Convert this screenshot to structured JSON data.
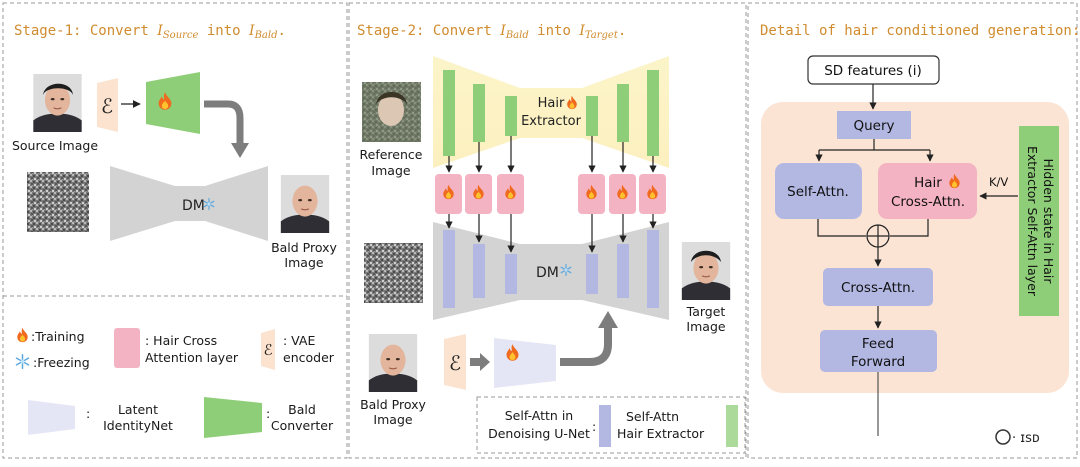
{
  "stage1": {
    "title_prefix": "Stage-1: Convert ",
    "title_mid": " into ",
    "suffix": ".",
    "from_main": "I",
    "from_sub": "Source",
    "to_main": "I",
    "to_sub": "Bald"
  },
  "stage2": {
    "title_prefix": "Stage-2: Convert ",
    "title_mid": " into ",
    "suffix": ".",
    "from_main": "I",
    "from_sub": "Bald",
    "to_main": "I",
    "to_sub": "Target"
  },
  "stage3": {
    "title": "Detail of hair conditioned generation:"
  },
  "encoder_symbol": "ℰ",
  "labels": {
    "source_image": "Source Image",
    "bald_proxy_1": "Bald Proxy",
    "bald_proxy_2": "Image",
    "reference_1": "Reference",
    "reference_2": "Image",
    "target_1": "Target",
    "target_2": "Image",
    "bald_proxy_b1": "Bald Proxy",
    "bald_proxy_b2": "Image",
    "dm": "DM",
    "hair_extractor_1": "Hair",
    "hair_extractor_2": "Extractor"
  },
  "legend": {
    "training": ":Training",
    "freezing": ":Freezing",
    "hair_cross_1": ": Hair Cross",
    "hair_cross_2": "Attention layer",
    "vae_1": ": VAE",
    "vae_2": "encoder",
    "latent_1": "Latent",
    "latent_2": "IdentityNet",
    "latent_colon": ":",
    "bald_1": "Bald",
    "bald_2": "Converter",
    "bald_colon": ":",
    "selfattn_unet_1": "Self-Attn in",
    "selfattn_unet_2": "Denoising U-Net",
    "selfattn_colon": ":",
    "selfattn_hair_1": "Self-Attn",
    "selfattn_hair_2": "Hair Extractor"
  },
  "detail": {
    "sd_features": "SD features (i)",
    "query": "Query",
    "self_attn": "Self-Attn.",
    "hair_cross_1": "Hair",
    "hair_cross_2": "Cross-Attn.",
    "kv": "K/V",
    "cross_attn": "Cross-Attn.",
    "feed_1": "Feed",
    "feed_2": "Forward",
    "hidden_1": "Hidden state in Hair",
    "hidden_2": "Extractor Self-Attn layer"
  },
  "watermark": "· ɪꜱᴅ"
}
